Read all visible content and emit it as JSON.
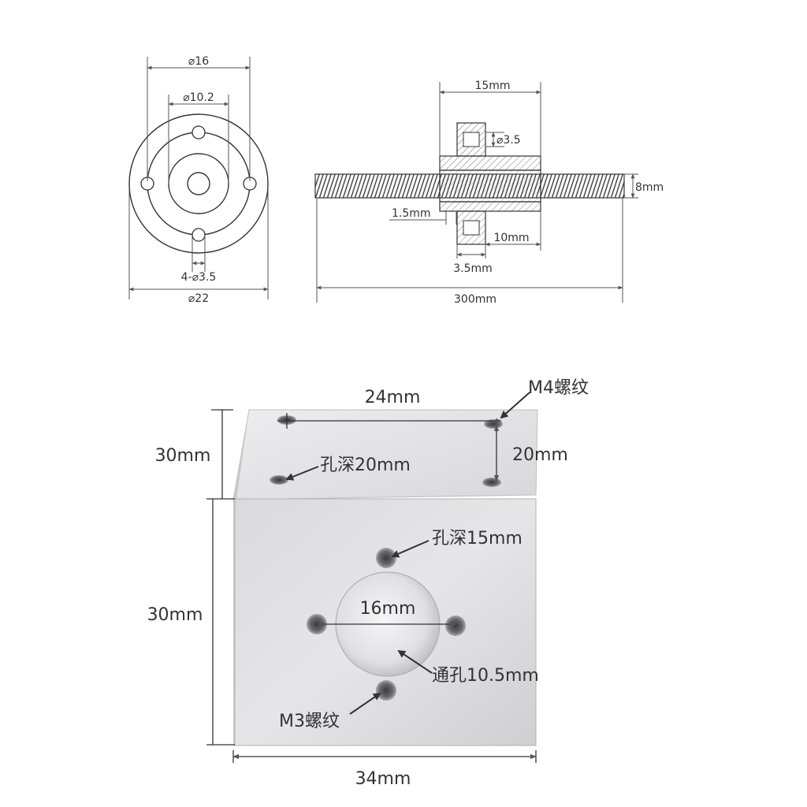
{
  "flange_front": {
    "outer_dia": "⌀22",
    "bolt_circle_dia": "⌀16",
    "hub_dia": "⌀10.2",
    "holes": "4-⌀3.5"
  },
  "flange_side": {
    "hub_length": "15mm",
    "flange_hole": "⌀3.5",
    "rod_dia": "8mm",
    "step": "1.5mm",
    "shoulder": "10mm",
    "flange_thickness": "3.5mm",
    "rod_length": "300mm"
  },
  "block": {
    "top_hole_spacing": "24mm",
    "top_thread": "M4螺纹",
    "top_height": "30mm",
    "top_hole_offset": "20mm",
    "top_hole_depth": "孔深20mm",
    "front_hole_depth": "孔深15mm",
    "front_height": "30mm",
    "bore_dia": "16mm",
    "through_hole": "通孔10.5mm",
    "front_thread": "M3螺纹",
    "width": "34mm"
  },
  "colors": {
    "line": "#333333",
    "metal_light": "#e4e4e6",
    "metal_mid": "#c9c9cc",
    "metal_dark": "#9a9a9e"
  }
}
